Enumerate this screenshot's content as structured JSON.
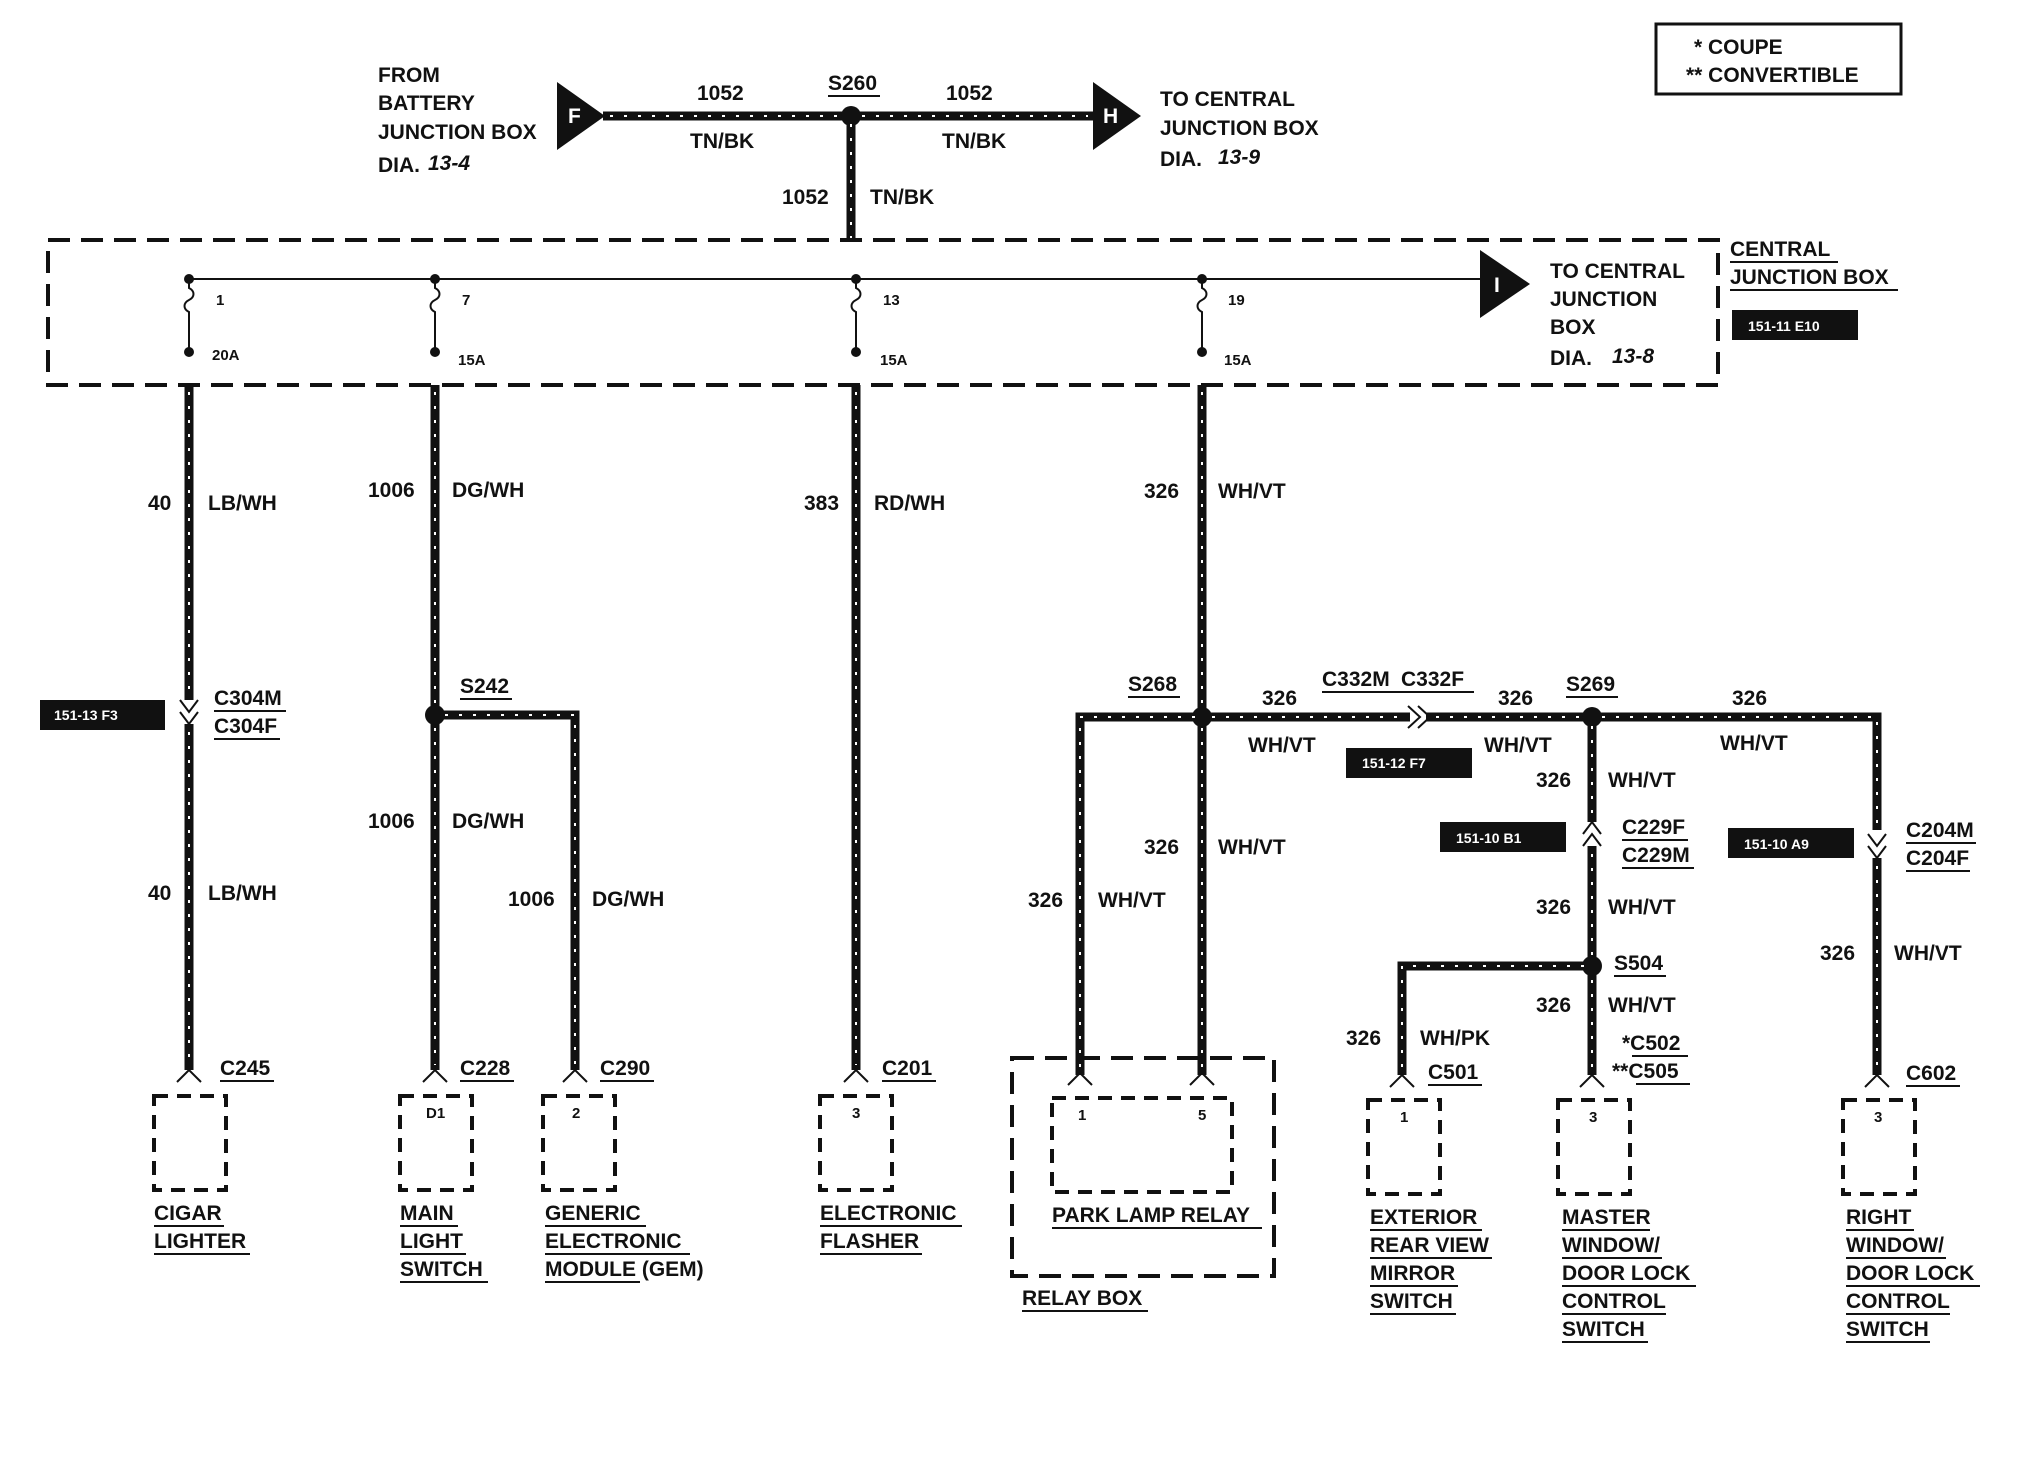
{
  "legend": {
    "coupe": "* COUPE",
    "convertible": "** CONVERTIBLE"
  },
  "battery_source": {
    "line1": "FROM",
    "line2": "BATTERY",
    "line3": "JUNCTION BOX",
    "dia_label": "DIA.",
    "dia_ref": "13-4",
    "connector": "F"
  },
  "central_dest": {
    "line1": "TO CENTRAL",
    "line2": "JUNCTION BOX",
    "dia_label": "DIA.",
    "dia_ref": "13-9",
    "connector": "H"
  },
  "feed": {
    "splice": "S260",
    "left_circuit": "1052",
    "left_color": "TN/BK",
    "right_circuit": "1052",
    "right_color": "TN/BK",
    "down_circuit": "1052",
    "down_color": "TN/BK"
  },
  "cjb": {
    "title_line1": "CENTRAL",
    "title_line2": "JUNCTION BOX",
    "ref_tag": "151-11 E10",
    "to_line1": "TO CENTRAL",
    "to_line2": "JUNCTION",
    "to_line3": "BOX",
    "to_dia_label": "DIA.",
    "to_dia_ref": "13-8",
    "to_connector": "I",
    "fuses": [
      {
        "num": "1",
        "rating": "20A"
      },
      {
        "num": "7",
        "rating": "15A"
      },
      {
        "num": "13",
        "rating": "15A"
      },
      {
        "num": "19",
        "rating": "15A"
      }
    ]
  },
  "branch_lighter": {
    "circuit_top": "40",
    "color_top": "LB/WH",
    "connector_m": "C304M",
    "connector_f": "C304F",
    "ref_tag": "151-13 F3",
    "circuit_bot": "40",
    "color_bot": "LB/WH",
    "connector": "C245",
    "label_line1": "CIGAR",
    "label_line2": "LIGHTER"
  },
  "branch_light_switch": {
    "circuit_top": "1006",
    "color_top": "DG/WH",
    "splice": "S242",
    "circuit_bot": "1006",
    "color_bot": "DG/WH",
    "connector": "C228",
    "pin": "D1",
    "label_line1": "MAIN",
    "label_line2": "LIGHT",
    "label_line3": "SWITCH"
  },
  "branch_gem": {
    "circuit": "1006",
    "color": "DG/WH",
    "connector": "C290",
    "pin": "2",
    "label_line1": "GENERIC",
    "label_line2": "ELECTRONIC",
    "label_line3": "MODULE (GEM)"
  },
  "branch_flasher": {
    "circuit": "383",
    "color": "RD/WH",
    "connector": "C201",
    "pin": "3",
    "label_line1": "ELECTRONIC",
    "label_line2": "FLASHER"
  },
  "branch_park": {
    "circuit_top": "326",
    "color_top": "WH/VT",
    "splice": "S268",
    "circuit_mid": "326",
    "color_mid": "WH/VT",
    "circuit_left": "326",
    "color_left": "WH/VT",
    "pin_left": "1",
    "pin_right": "5",
    "relay_label": "PARK LAMP RELAY",
    "box_label": "RELAY BOX"
  },
  "branch_right": {
    "seg1_circuit": "326",
    "seg1_color": "WH/VT",
    "connector_m": "C332M",
    "connector_f": "C332F",
    "ref_tag_c332": "151-12 F7",
    "seg2_circuit": "326",
    "seg2_color": "WH/VT",
    "splice_s269": "S269",
    "seg3_circuit": "326",
    "seg3_color": "WH/VT",
    "right_down_circuit": "326",
    "right_down_color": "WH/VT",
    "c204m": "C204M",
    "c204f": "C204F",
    "ref_tag_c204": "151-10 A9",
    "right_connector": "C602",
    "right_pin": "3",
    "right_label_line1": "RIGHT",
    "right_label_line2": "WINDOW/",
    "right_label_line3": "DOOR LOCK",
    "right_label_line4": "CONTROL",
    "right_label_line5": "SWITCH",
    "s269_down_circuit": "326",
    "s269_down_color": "WH/VT",
    "c229f": "C229F",
    "c229m": "C229M",
    "ref_tag_c229": "151-10 B1",
    "s504_circuit": "326",
    "s504_color": "WH/VT",
    "splice_s504": "S504",
    "master_circuit": "326",
    "master_color": "WH/VT",
    "master_conn_coupe": "*C502",
    "master_conn_conv": "**C505",
    "master_pin": "3",
    "master_label_line1": "MASTER",
    "master_label_line2": "WINDOW/",
    "master_label_line3": "DOOR LOCK",
    "master_label_line4": "CONTROL",
    "master_label_line5": "SWITCH",
    "mirror_circuit": "326",
    "mirror_color": "WH/PK",
    "mirror_connector": "C501",
    "mirror_pin": "1",
    "mirror_label_line1": "EXTERIOR",
    "mirror_label_line2": "REAR VIEW",
    "mirror_label_line3": "MIRROR",
    "mirror_label_line4": "SWITCH"
  }
}
